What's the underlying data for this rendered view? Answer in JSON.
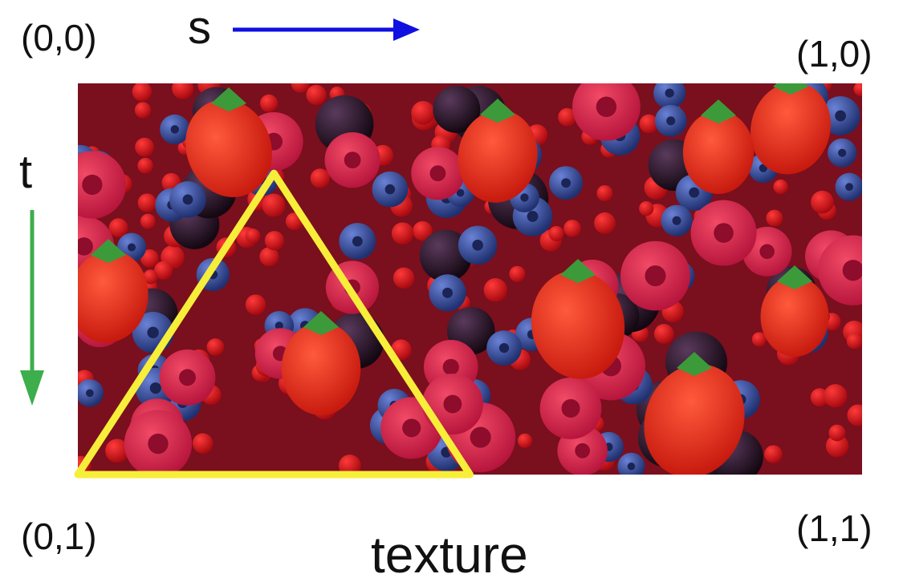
{
  "labels": {
    "corner_top_left": "(0,0)",
    "corner_top_right": "(1,0)",
    "corner_bottom_left": "(0,1)",
    "corner_bottom_right": "(1,1)",
    "axis_s": "s",
    "axis_t": "t",
    "caption": "texture"
  },
  "colors": {
    "s_arrow": "#1010e0",
    "t_arrow": "#3cae4c",
    "triangle": "#f7ee3a",
    "berry_red": "#c8102e",
    "berry_blue": "#2e3f8f"
  },
  "triangle_uv": [
    [
      0.0,
      1.0
    ],
    [
      0.25,
      0.23
    ],
    [
      0.5,
      1.0
    ]
  ]
}
